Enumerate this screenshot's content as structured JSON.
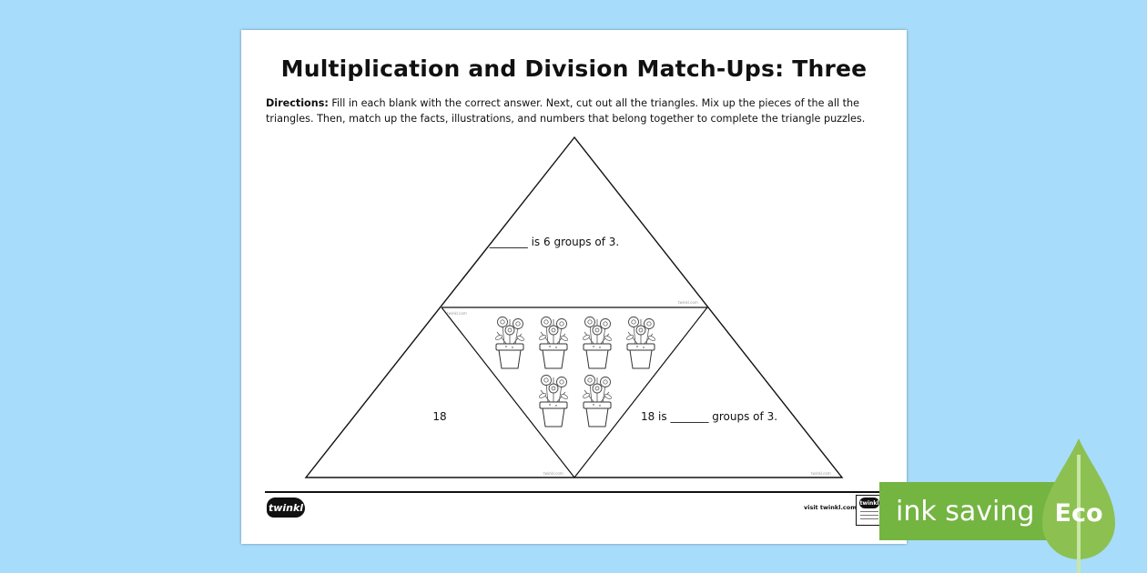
{
  "worksheet": {
    "title": "Multiplication and Division Match-Ups: Three",
    "directions_label": "Directions:",
    "directions_text": " Fill in each blank with the correct answer. Next, cut out all the triangles. Mix up the pieces of the all the triangles. Then, match up the facts, illustrations, and numbers that belong together to complete the triangle puzzles.",
    "top_fact": "_______ is 6 groups of 3.",
    "left_number": "18",
    "right_fact": "18 is _______ groups of 3.",
    "watermark": "twinkl.com",
    "illustration": "flower-pot-icon",
    "pot_count": 6
  },
  "footer": {
    "logo_text": "twinkl",
    "visit_text": "visit twinkl.com",
    "badge_text": "twinkl"
  },
  "eco": {
    "label": "ink saving",
    "badge": "Eco",
    "colors": {
      "banner": "#74b441",
      "drop": "#8cc152"
    }
  }
}
